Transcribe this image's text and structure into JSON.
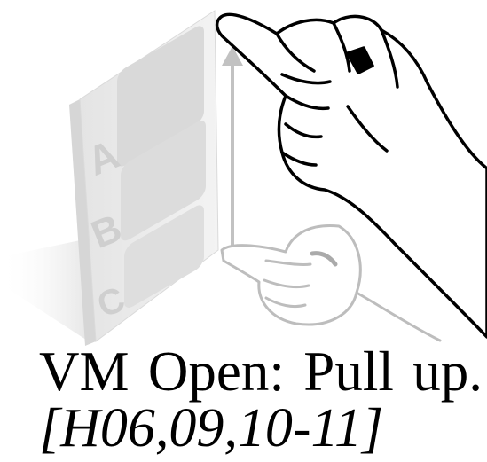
{
  "illustration": {
    "panel_letters": [
      "A",
      "B",
      "C"
    ],
    "colors": {
      "panel_light": "#ececec",
      "panel_side": "#d8d8d8",
      "slot_fill": "#dcdcdc",
      "letter": "#cfcfcf",
      "arrow": "#c2c2c2",
      "hand_outline": "#000000",
      "ghost_hand_outline": "#bdbdbd"
    },
    "icons": [
      "finger-pointing-hand",
      "ghost-finger-hand",
      "upward-arrow",
      "panel-menu"
    ]
  },
  "caption": {
    "words": [
      "VM",
      "Open:",
      "Pull",
      "up."
    ],
    "reference": "[H06,09,10-11]"
  }
}
